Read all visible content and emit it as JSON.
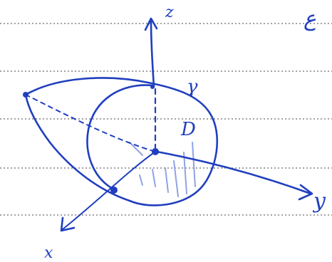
{
  "colors": {
    "paper": "#ffffff",
    "ruled_line": "#6b6b6b",
    "ink": "#1f3fbf",
    "ink_light": "#8fa3e6"
  },
  "labels": {
    "z_axis": "z",
    "y_axis": "y",
    "x_axis": "x",
    "curve": "γ",
    "region": "D",
    "corner_note": "ع"
  }
}
